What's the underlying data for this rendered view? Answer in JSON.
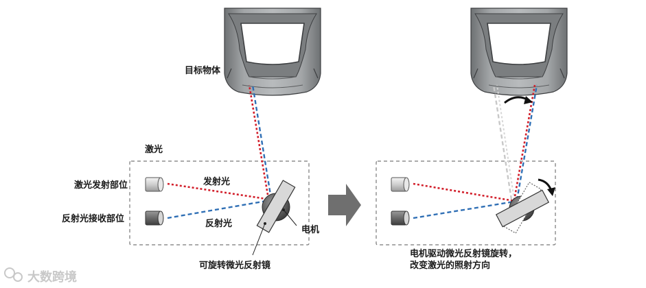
{
  "colors": {
    "emit": "#d21f2b",
    "reflect": "#2f6fb5",
    "old_beam": "#c8c8c8",
    "car_body": "#8e9192",
    "car_dark": "#4a4c4e",
    "box_border": "#777777",
    "arrow": "#6f6f6f"
  },
  "left": {
    "target_label": "目标物体",
    "box_title": "激光",
    "emitter_label": "激光发射部位",
    "receiver_label": "反射光接收部位",
    "emit_light_label": "发射光",
    "reflect_light_label": "反射光",
    "motor_label": "电机",
    "mirror_label": "可旋转微光反射镜"
  },
  "right": {
    "caption_line1": "电机驱动微光反射镜旋转，",
    "caption_line2": "改变激光的照射方向"
  },
  "watermark": "大数跨境"
}
